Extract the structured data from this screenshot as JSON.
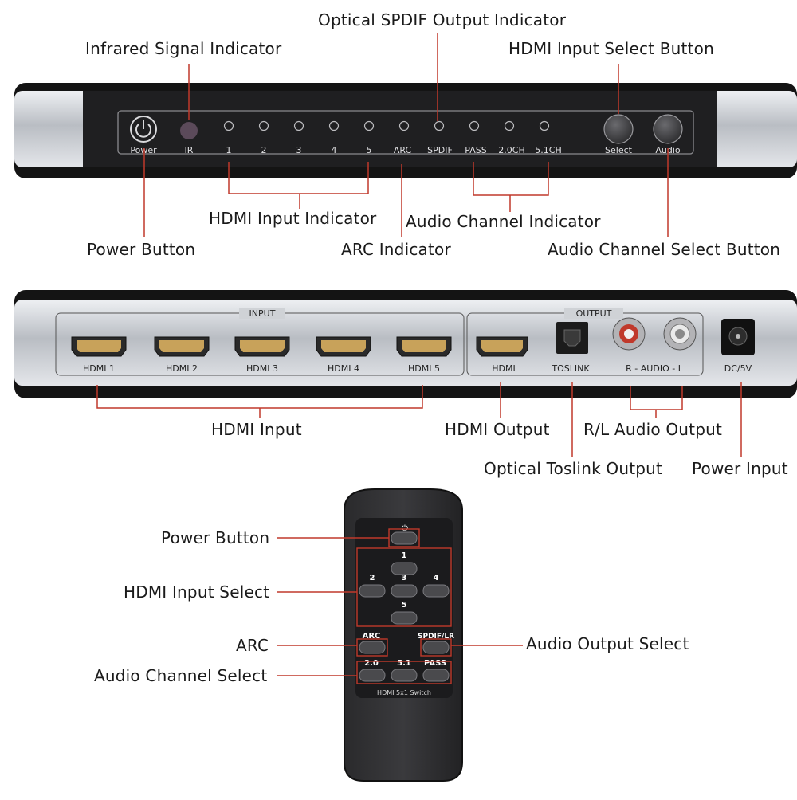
{
  "front_panel": {
    "power_label": "Power",
    "ir_label": "IR",
    "led_labels": [
      "1",
      "2",
      "3",
      "4",
      "5",
      "ARC",
      "SPDIF",
      "PASS",
      "2.0CH",
      "5.1CH"
    ],
    "select_label": "Select",
    "audio_label": "Audio"
  },
  "rear_panel": {
    "input_group_label": "INPUT",
    "output_group_label": "OUTPUT",
    "inputs": [
      "HDMI 1",
      "HDMI 2",
      "HDMI 3",
      "HDMI 4",
      "HDMI 5"
    ],
    "output_hdmi_label": "HDMI",
    "toslink_label": "TOSLINK",
    "audio_rl_label": "R - AUDIO - L",
    "dc_label": "DC/5V"
  },
  "remote": {
    "power_glyph": "⏻",
    "keys": [
      "1",
      "2",
      "3",
      "4",
      "5"
    ],
    "arc_label": "ARC",
    "spdif_label": "SPDIF/LR",
    "ch20_label": "2.0",
    "ch51_label": "5.1",
    "pass_label": "PASS",
    "model_label": "HDMI 5x1 Switch"
  },
  "callouts": {
    "optical_spdif_indicator": "Optical SPDIF Output Indicator",
    "infrared_indicator": "Infrared Signal Indicator",
    "hdmi_select_button": "HDMI Input Select Button",
    "hdmi_input_indicator": "HDMI Input Indicator",
    "audio_channel_indicator": "Audio Channel Indicator",
    "power_button": "Power Button",
    "arc_indicator": "ARC Indicator",
    "audio_channel_select_button": "Audio Channel Select Button",
    "hdmi_input": "HDMI Input",
    "hdmi_output": "HDMI Output",
    "rl_audio_output": "R/L Audio Output",
    "optical_toslink_output": "Optical Toslink Output",
    "power_input": "Power Input",
    "remote_power_button": "Power Button",
    "remote_hdmi_input_select": "HDMI Input Select",
    "remote_arc": "ARC",
    "remote_audio_output_select": "Audio Output Select",
    "remote_audio_channel_select": "Audio Channel Select"
  },
  "colors": {
    "leader_line": "#c0392b",
    "panel_dark": "#1c1c1e",
    "chassis_silver": "#c9ccd1"
  }
}
